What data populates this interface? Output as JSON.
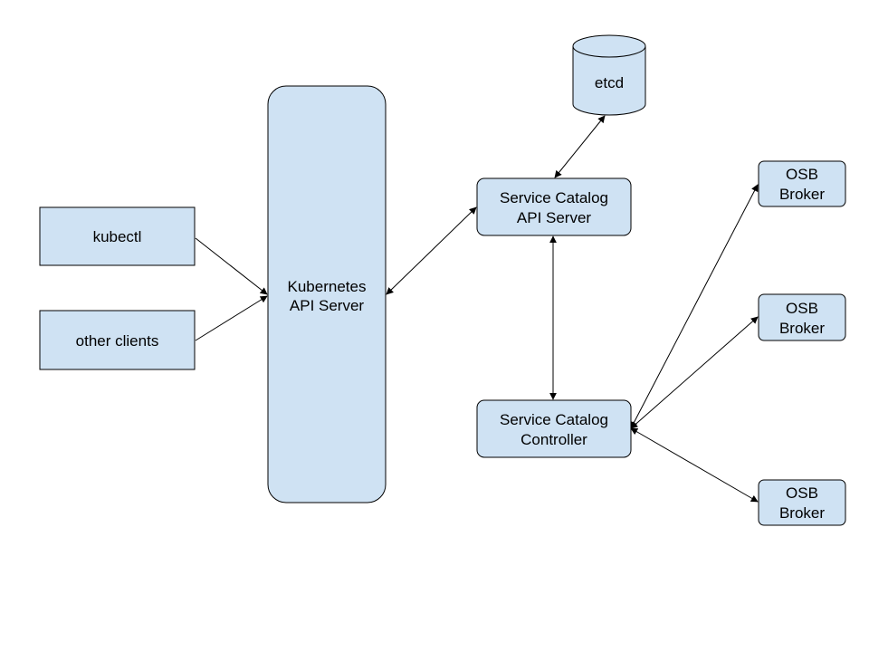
{
  "diagram": {
    "colors": {
      "node_fill": "#cfe2f3",
      "node_stroke": "#000000",
      "edge": "#000000",
      "background": "#ffffff"
    },
    "nodes": {
      "kubectl": {
        "line1": "kubectl"
      },
      "other_clients": {
        "line1": "other clients"
      },
      "k8s_api": {
        "line1": "Kubernetes",
        "line2": "API Server"
      },
      "etcd": {
        "line1": "etcd"
      },
      "sc_api": {
        "line1": "Service Catalog",
        "line2": "API Server"
      },
      "sc_controller": {
        "line1": "Service Catalog",
        "line2": "Controller"
      },
      "broker1": {
        "line1": "OSB",
        "line2": "Broker"
      },
      "broker2": {
        "line1": "OSB",
        "line2": "Broker"
      },
      "broker3": {
        "line1": "OSB",
        "line2": "Broker"
      }
    },
    "edges": [
      {
        "from": "kubectl",
        "to": "k8s_api",
        "direction": "forward"
      },
      {
        "from": "other_clients",
        "to": "k8s_api",
        "direction": "forward"
      },
      {
        "from": "k8s_api",
        "to": "sc_api",
        "direction": "both"
      },
      {
        "from": "sc_api",
        "to": "etcd",
        "direction": "both"
      },
      {
        "from": "sc_api",
        "to": "sc_controller",
        "direction": "both"
      },
      {
        "from": "sc_controller",
        "to": "broker1",
        "direction": "both"
      },
      {
        "from": "sc_controller",
        "to": "broker2",
        "direction": "both"
      },
      {
        "from": "sc_controller",
        "to": "broker3",
        "direction": "both"
      }
    ]
  }
}
